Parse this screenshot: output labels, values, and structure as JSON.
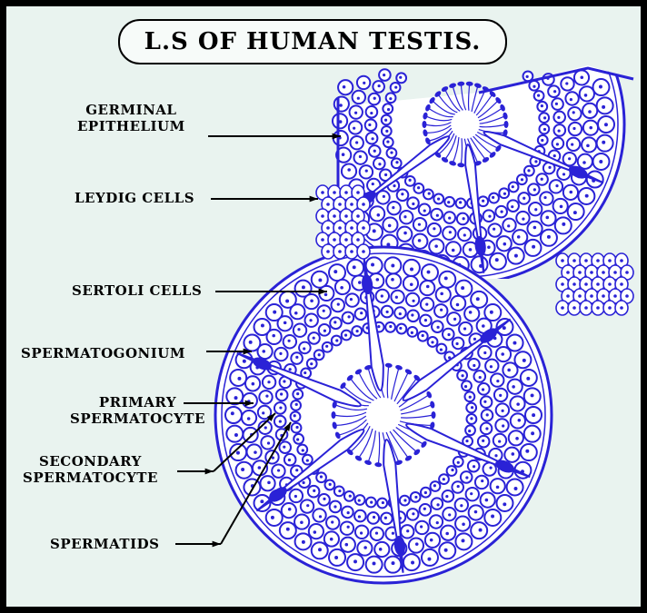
{
  "title": "L.S OF  HUMAN TESTIS.",
  "labels": {
    "germinal_1": "GERMINAL",
    "germinal_2": "EPITHELIUM",
    "leydig": "LEYDIG CELLS",
    "sertoli": "SERTOLI CELLS",
    "spermatogonium": "SPERMATOGONIUM",
    "primary_1": "PRIMARY",
    "primary_2": "SPERMATOCYTE",
    "secondary_1": "SECONDARY",
    "secondary_2": "SPERMATOCYTE",
    "spermatids": "SPERMATIDS"
  },
  "colors": {
    "ink": "#2a22d6",
    "background": "#e9f3ef",
    "frame": "#000000",
    "label": "#000000"
  }
}
